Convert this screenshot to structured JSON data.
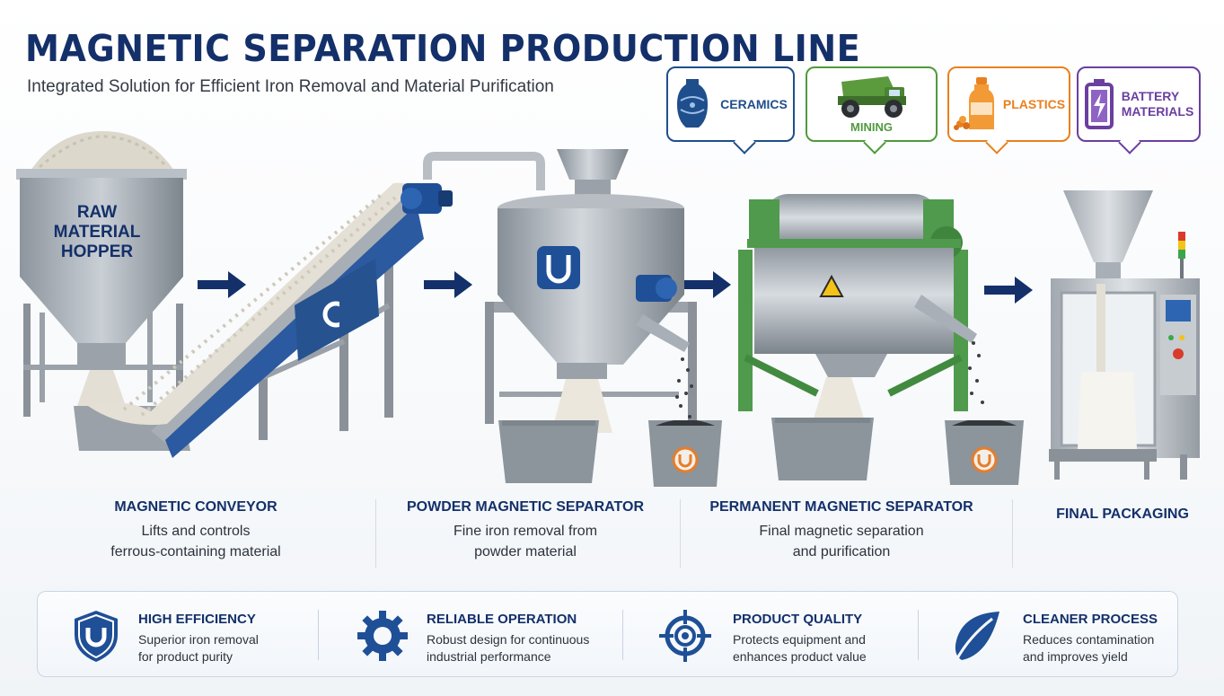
{
  "header": {
    "title": "MAGNETIC SEPARATION PRODUCTION LINE",
    "subtitle": "Integrated Solution for Efficient Iron Removal and Material Purification"
  },
  "industries": [
    {
      "label": "CERAMICS",
      "color": "#1f4e8c",
      "icon": "vase-icon"
    },
    {
      "label": "MINING",
      "color": "#4f9a3c",
      "icon": "dump-truck-icon"
    },
    {
      "label": "PLASTICS",
      "color": "#e9801f",
      "icon": "plastic-bottle-icon"
    },
    {
      "label_line1": "BATTERY",
      "label_line2": "MATERIALS",
      "color": "#6a3fa0",
      "icon": "battery-icon"
    }
  ],
  "hopper": {
    "line1": "RAW",
    "line2": "MATERIAL",
    "line3": "HOPPER"
  },
  "stages": [
    {
      "title": "MAGNETIC CONVEYOR",
      "line1": "Lifts and controls",
      "line2": "ferrous-containing material"
    },
    {
      "title": "POWDER MAGNETIC SEPARATOR",
      "line1": "Fine iron removal from",
      "line2": "powder material"
    },
    {
      "title": "PERMANENT MAGNETIC SEPARATOR",
      "line1": "Final magnetic separation",
      "line2": "and purification"
    },
    {
      "title": "FINAL PACKAGING"
    }
  ],
  "benefits": [
    {
      "title": "HIGH EFFICIENCY",
      "line1": "Superior iron removal",
      "line2": "for product purity",
      "icon": "magnet-shield-icon"
    },
    {
      "title": "RELIABLE OPERATION",
      "line1": "Robust design for continuous",
      "line2": "industrial performance",
      "icon": "gear-icon"
    },
    {
      "title": "PRODUCT QUALITY",
      "line1": "Protects equipment and",
      "line2": "enhances product value",
      "icon": "target-icon"
    },
    {
      "title": "CLEANER PROCESS",
      "line1": "Reduces contamination",
      "line2": "and improves yield",
      "icon": "leaf-icon"
    }
  ],
  "colors": {
    "navy": "#14306a",
    "steel": "#a9b0b8",
    "machine_green": "#4f9a4c",
    "belt_blue": "#2b5aa0",
    "warning_yellow": "#f3c316"
  }
}
